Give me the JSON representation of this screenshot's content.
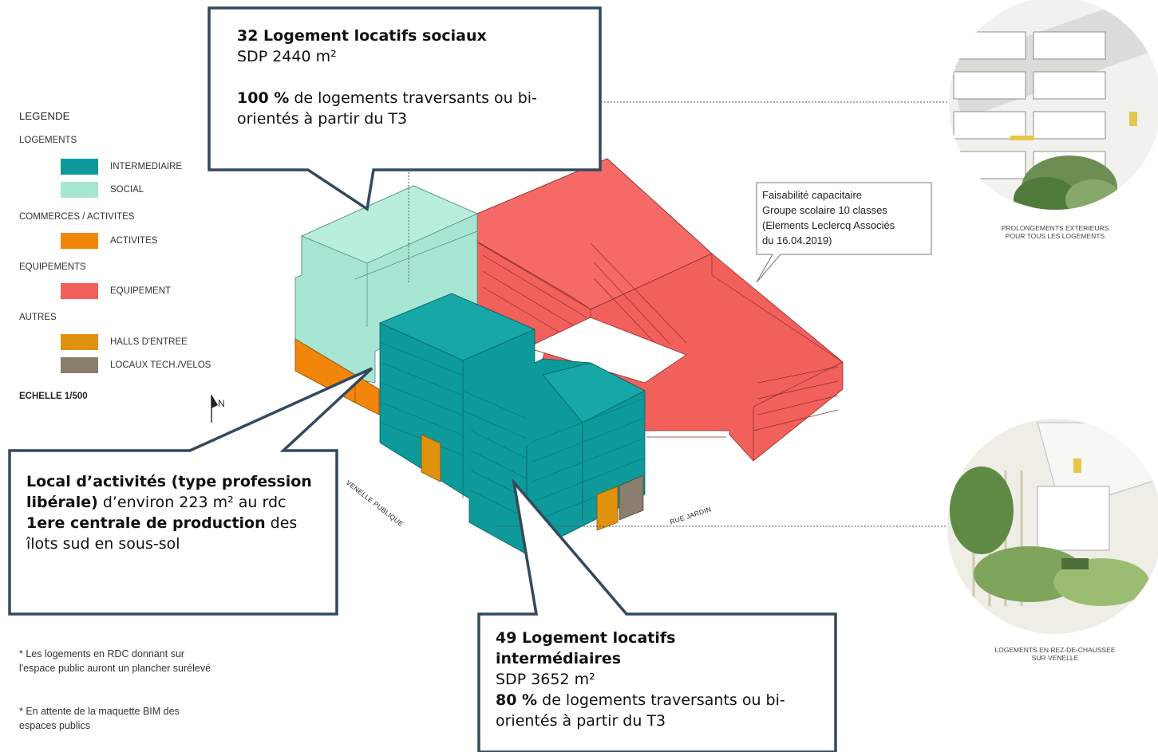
{
  "legend": {
    "title": "LEGENDE",
    "categories": {
      "logements": "LOGEMENTS",
      "commerces": "COMMERCES / ACTIVITES",
      "equipements": "EQUIPEMENTS",
      "autres": "AUTRES"
    },
    "items": {
      "intermediaire": {
        "label": "INTERMEDIAIRE",
        "color": "#0e9a9a"
      },
      "social": {
        "label": "SOCIAL",
        "color": "#a7e6d2"
      },
      "activites": {
        "label": "ACTIVITES",
        "color": "#f2860a"
      },
      "equipement": {
        "label": "EQUIPEMENT",
        "color": "#f2605c"
      },
      "halls": {
        "label": "HALLS D'ENTREE",
        "color": "#e0920f"
      },
      "locaux": {
        "label": "LOCAUX TECH./VELOS",
        "color": "#8a7e6c"
      }
    },
    "scale": "ECHELLE 1/500",
    "north": "N"
  },
  "streets": {
    "venelle": "VENELLE PUBLIQUE",
    "rue_jardin": "RUE JARDIN"
  },
  "callouts": {
    "social": {
      "heading": "32 Logement locatifs sociaux",
      "sdp": "SDP 2440 m²",
      "pct": "100 %",
      "text": " de logements traversants ou bi-orientés à partir du T3"
    },
    "activites": {
      "bold1": "Local d’activités (type profession libérale)",
      "text1": " d’environ 223 m² au rdc",
      "bold2": "1ere centrale de production",
      "text2": " des îlots sud en sous-sol"
    },
    "intermediaires": {
      "heading": "49 Logement locatifs intermédiaires",
      "sdp": "SDP 3652 m²",
      "pct": "80 %",
      "text": " de logements traversants ou bi-orientés à partir du T3"
    }
  },
  "faisabilite": {
    "line1": "Faisabilité capacitaire",
    "line2": "Groupe scolaire 10 classes",
    "line3": "(Elements Leclercq Associés",
    "line4": "du 16.04.2019)"
  },
  "captions": {
    "top_line1": "PROLONGEMENTS EXTERIEURS",
    "top_line2": "POUR TOUS LES LOGEMENTS",
    "bottom_line1": "LOGEMENTS EN REZ-DE-CHAUSSEE",
    "bottom_line2": "SUR VENELLE"
  },
  "footnotes": {
    "note1": "* Les logements en RDC donnant sur l'espace public auront un plancher surélevé",
    "note2": "* En attente de la maquette BIM des espaces publics"
  }
}
